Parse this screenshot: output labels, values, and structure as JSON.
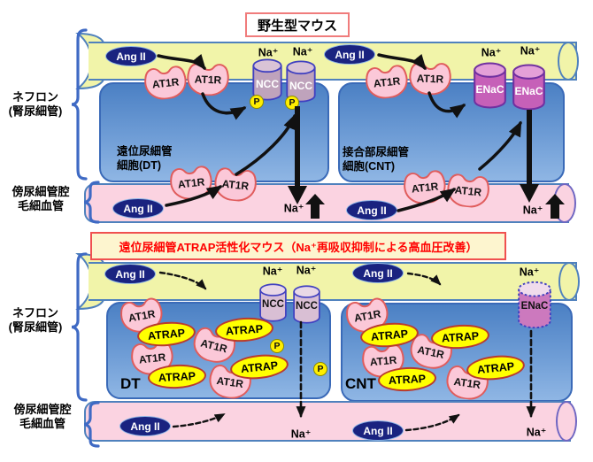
{
  "titles": {
    "wild_type": "野生型マウス",
    "atrap_mouse": "遠位尿細管ATRAP活性化マウス（Na⁺再吸収抑制による高血圧改善）"
  },
  "side_labels": {
    "nephron_l1": "ネフロン",
    "nephron_l2": "(腎尿細管)",
    "capillary_l1": "傍尿細管腔",
    "capillary_l2": "毛細血管"
  },
  "cell_labels": {
    "dt_l1": "遠位尿細管",
    "dt_l2": "細胞(DT)",
    "cnt_l1": "接合部尿細管",
    "cnt_l2": "細胞(CNT)",
    "dt_short": "DT",
    "cnt_short": "CNT"
  },
  "labels": {
    "angii": "Ang II",
    "at1r": "AT1R",
    "atrap": "ATRAP",
    "ncc": "NCC",
    "enac": "ENaC",
    "na": "Na⁺",
    "p": "P"
  },
  "colors": {
    "tube_yellow": "#F1F4A9",
    "tube_pink": "#FBD3E1",
    "tube_outline": "#4F81BD",
    "cell_blue_top": "#4B80C4",
    "cell_blue_bottom": "#8FB6E4",
    "angii_fill": "#1A2380",
    "at1r_fill": "#FBC8D8",
    "at1r_outline": "#E05C5C",
    "atrap_fill": "#FFFF00",
    "atrap_outline": "#B93A2E",
    "ncc_fill": "#BFA3BC",
    "ncc_fill_light": "#D9BFD4",
    "enac_fill": "#C660B8",
    "enac_fill_light": "#CC79BE",
    "channel_outline": "#4040C0",
    "p_fill": "#FFEE00",
    "arrow_black": "#111111",
    "title_text_red": "#FF0000",
    "title_border_red": "#F07C7C",
    "title2_bg": "#FDF5CF",
    "brace_blue": "#3F6AC4"
  }
}
